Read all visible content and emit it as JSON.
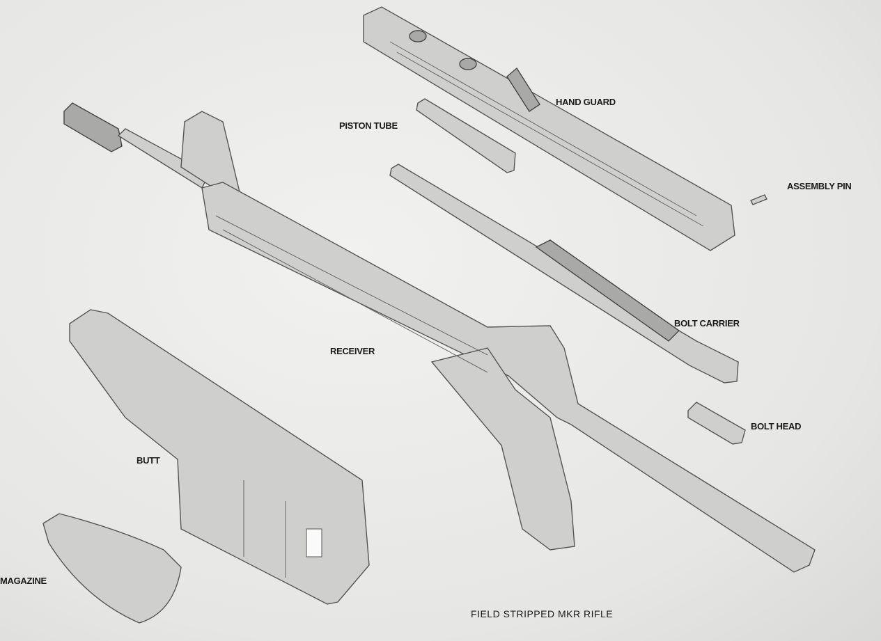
{
  "labels": {
    "hand_guard": "HAND GUARD",
    "piston_tube": "PISTON TUBE",
    "assembly_pin": "ASSEMBLY PIN",
    "bolt_carrier": "BOLT CARRIER",
    "receiver": "RECEIVER",
    "bolt_head": "BOLT HEAD",
    "butt": "BUTT",
    "magazine": "MAGAZINE"
  },
  "caption": "FIELD STRIPPED MKR RIFLE"
}
